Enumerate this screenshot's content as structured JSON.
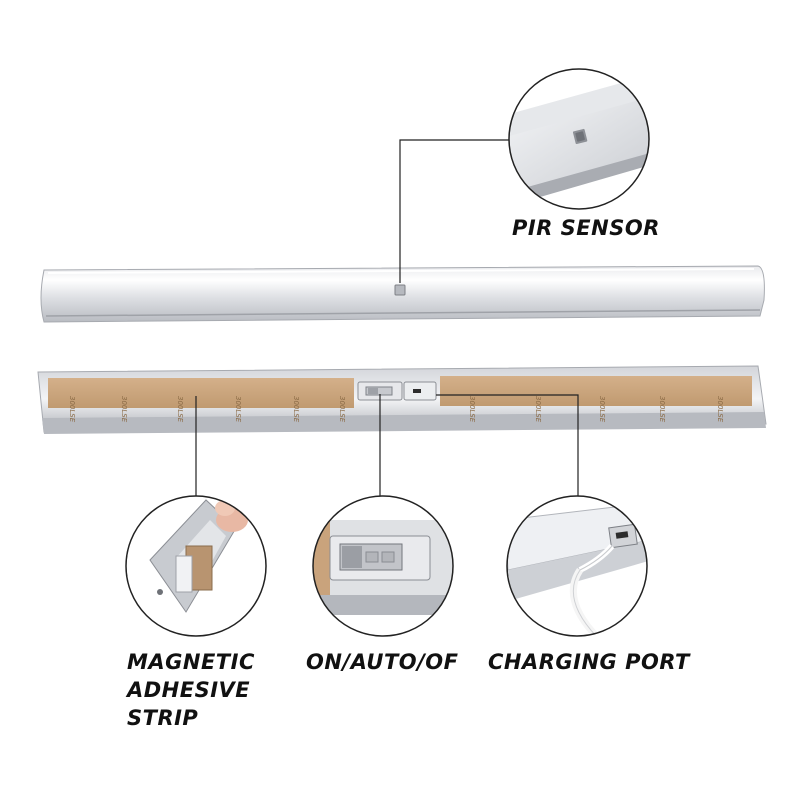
{
  "colors": {
    "aluminum_light": "#f1f2f4",
    "aluminum_mid": "#d6d8dc",
    "aluminum_dark": "#a9acb2",
    "tape": "#c9a47c",
    "tape_dark": "#b48d63",
    "callout_line": "#222222",
    "label_text": "#111111"
  },
  "tape_print": "3M 300LSE",
  "labels": {
    "pir_sensor": "PIR SENSOR",
    "magnetic_strip": [
      "MAGNETIC",
      "ADHESIVE",
      "STRIP"
    ],
    "switch": "ON/AUTO/OF",
    "charging_port": "CHARGING PORT"
  }
}
